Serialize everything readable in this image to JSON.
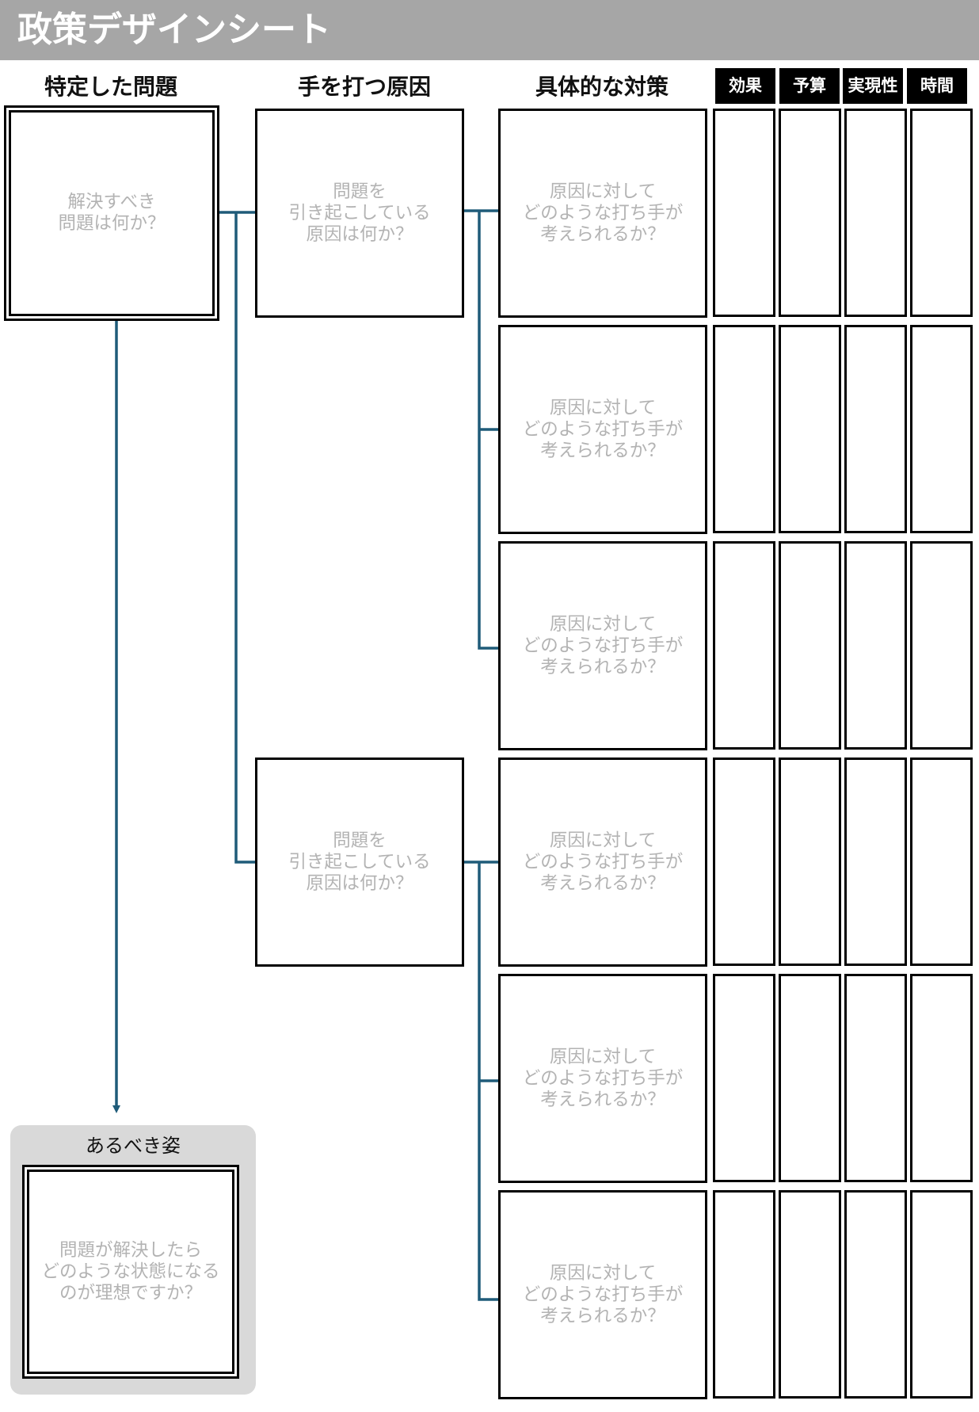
{
  "title": "政策デザインシート",
  "columns": {
    "problem": "特定した問題",
    "cause": "手を打つ原因",
    "measure": "具体的な対策"
  },
  "criteria": [
    "効果",
    "予算",
    "実現性",
    "時間"
  ],
  "problem_box": {
    "placeholder": "解決すべき\n問題は何か？"
  },
  "cause_boxes": [
    {
      "placeholder": "問題を\n引き起こしている\n原因は何か？"
    },
    {
      "placeholder": "問題を\n引き起こしている\n原因は何か？"
    }
  ],
  "measure_boxes": [
    {
      "placeholder": "原因に対して\nどのような打ち手が\n考えられるか？"
    },
    {
      "placeholder": "原因に対して\nどのような打ち手が\n考えられるか？"
    },
    {
      "placeholder": "原因に対して\nどのような打ち手が\n考えられるか？"
    },
    {
      "placeholder": "原因に対して\nどのような打ち手が\n考えられるか？"
    },
    {
      "placeholder": "原因に対して\nどのような打ち手が\n考えられるか？"
    },
    {
      "placeholder": "原因に対して\nどのような打ち手が\n考えられるか？"
    }
  ],
  "ideal": {
    "title": "あるべき姿",
    "placeholder": "問題が解決したら\nどのような状態になる\nのが理想ですか？"
  },
  "colors": {
    "title_bar": "#a6a6a6",
    "connector": "#1f5b79",
    "placeholder_text": "#b3b3b3",
    "ideal_panel": "#d9d9d9"
  }
}
